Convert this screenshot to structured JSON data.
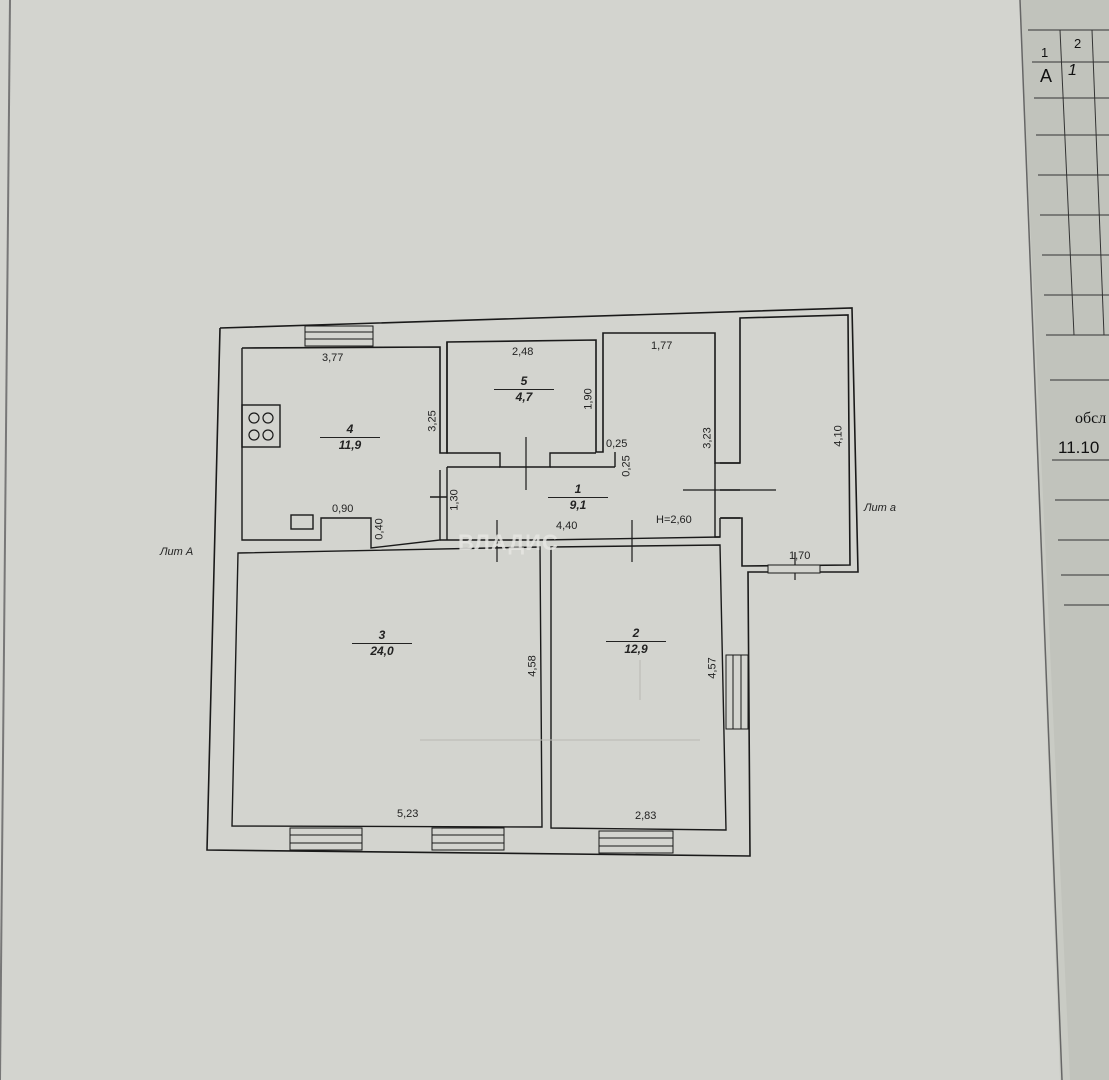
{
  "labels": {
    "lit_A": "Лит А",
    "lit_a": "Лит а",
    "height": "H=2,60"
  },
  "rooms": [
    {
      "num": "1",
      "area": "9,1"
    },
    {
      "num": "2",
      "area": "12,9"
    },
    {
      "num": "3",
      "area": "24,0"
    },
    {
      "num": "4",
      "area": "11,9"
    },
    {
      "num": "5",
      "area": "4,7"
    }
  ],
  "dims": {
    "r4_top": "3,77",
    "r4_right": "3,25",
    "r4_niche_w": "0,90",
    "r4_niche_h": "0,40",
    "r5_top": "2,48",
    "r5_right": "1,90",
    "r6_top": "1,77",
    "r6_right": "3,23",
    "hall_left": "1,30",
    "hall_w": "4,40",
    "hall_025a": "0,25",
    "hall_025b": "0,25",
    "r3_right": "4,58",
    "r3_bottom": "5,23",
    "r2_right": "4,57",
    "r2_bottom": "2,83",
    "porch_right": "4,10",
    "porch_bottom": "1,70"
  },
  "watermark": "ВЛАДИС",
  "side_table": {
    "col1": "1",
    "col2": "2",
    "row_a": "А",
    "row_1": "1",
    "txt_obs": "обсл",
    "txt_date": "11.10"
  }
}
